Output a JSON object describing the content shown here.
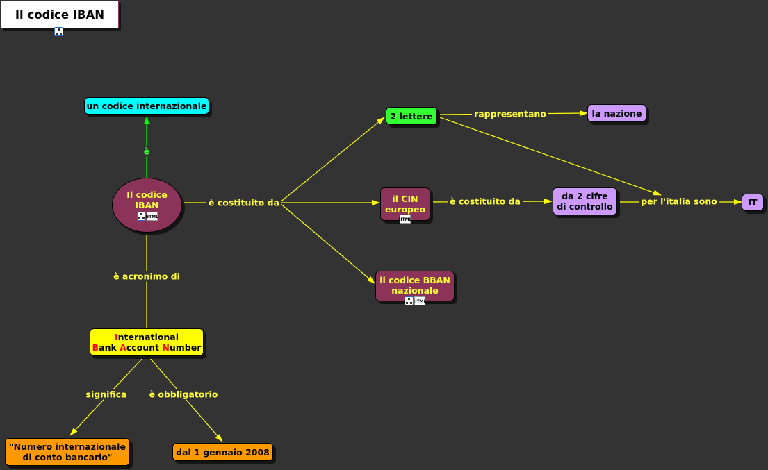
{
  "title": "Il codice IBAN",
  "nodes": {
    "iban": [
      "Il codice",
      "IBAN"
    ],
    "internazionale": "un codice internazionale",
    "due_lettere": "2 lettere",
    "nazione": "la nazione",
    "cin": [
      "il CIN",
      "europeo"
    ],
    "cifre": [
      "da 2 cifre",
      "di controllo"
    ],
    "it": "IT",
    "bban": [
      "il codice BBAN",
      "nazionale"
    ],
    "acronimo": {
      "line1": {
        "initial": "I",
        "rest": "nternational"
      },
      "line2": [
        {
          "initial": "B",
          "rest": "ank "
        },
        {
          "initial": "A",
          "rest": "ccount "
        },
        {
          "initial": "N",
          "rest": "umber"
        }
      ]
    },
    "significato": [
      "\"Numero internazionale",
      "di conto bancario\""
    ],
    "data": "dal 1 gennaio 2008"
  },
  "links": {
    "e": "è",
    "costituito": "è costituito da",
    "rappresentano": "rappresentano",
    "cin_costituito": "è costituito da",
    "per_italia": "per l'italia sono",
    "acronimo_di": "è acronimo di",
    "significa": "significa",
    "obbligatorio": "è obbligatorio"
  },
  "icons": {
    "map": "concept-map-icon",
    "html": "html-page-icon",
    "html_text": "HTML"
  },
  "colors": {
    "background": "#333333",
    "link_text": "#ffff33",
    "green_link": "#33ff33",
    "concept_wine": "#8b3358",
    "cyan": "#00ffff",
    "green": "#33ff33",
    "violet": "#cc99ff",
    "yellow": "#ffff00",
    "orange": "#ff9900",
    "acronym_initial": "#ff0000"
  }
}
